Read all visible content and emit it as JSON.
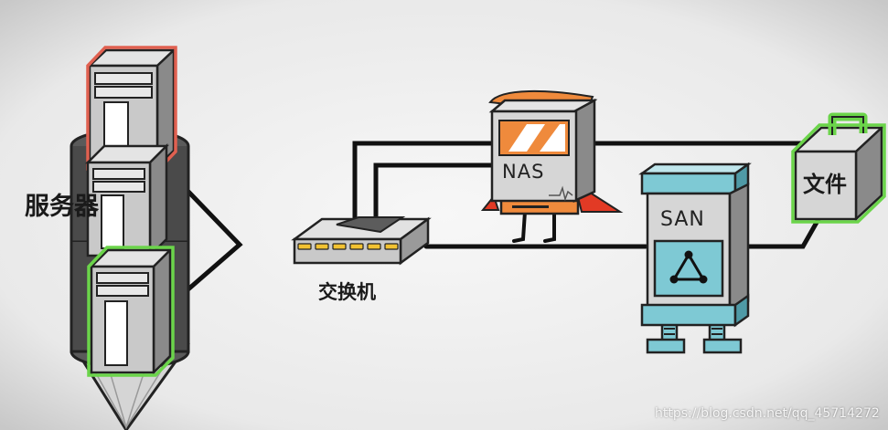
{
  "labels": {
    "servers": "服务器",
    "switch": "交换机",
    "nas": "NAS",
    "san": "SAN",
    "file": "文件"
  },
  "watermark": "https://blog.csdn.net/qq_45714272",
  "icons": {
    "server": "server-tower-icon",
    "switch": "network-switch-icon",
    "nas": "nas-device-icon",
    "san": "san-storage-icon",
    "file": "file-box-icon",
    "network": "network-triangle-icon"
  },
  "colors": {
    "background": "#ececec",
    "server_highlight_red": "#e06050",
    "server_highlight_green": "#6bd44a",
    "switch_leds": "#f2c231",
    "nas_logo": "#ef8a3c",
    "nas_cape": "#e23a25",
    "san_body": "#7ec9d4",
    "file_border": "#6bd44a"
  }
}
